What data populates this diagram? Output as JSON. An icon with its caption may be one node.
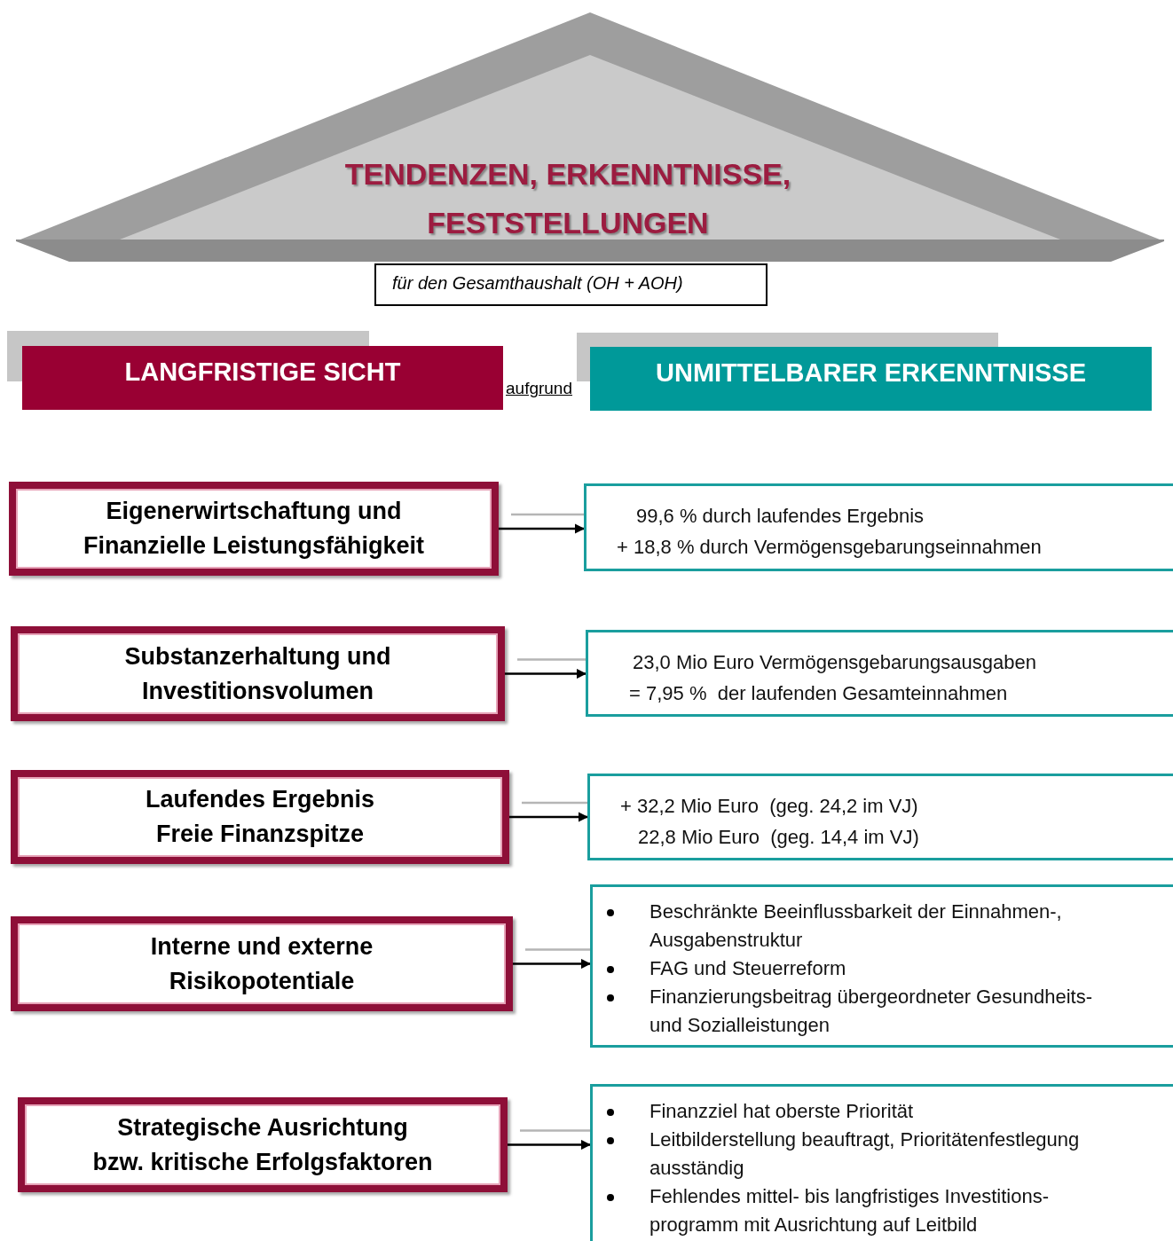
{
  "diagram": {
    "nodes": [
      {
        "text": [
          "TENDENZEN, ERKENNTNISSE, FESTSTELLUNGEN"
        ]
      },
      {
        "text": [
          "für den Gesamthaushalt (OH + AOH)"
        ]
      },
      {
        "text": [
          "LANGFRISTIGE SICHT"
        ]
      },
      {
        "text": [
          "UNMITTELBARER ERKENNTNISSE"
        ]
      },
      {
        "text": [
          "Eigenerwirtschaftung und Finanzielle Leistungsfähigkeit"
        ]
      },
      {
        "text": [
          "Substanzerhaltung und Investitionsvolumen"
        ]
      },
      {
        "text": [
          "Laufendes Ergebnis",
          "Freie Finanzspitze"
        ]
      },
      {
        "text": [
          "Interne und externe Risikopotentiale"
        ]
      },
      {
        "text": [
          "Strategische Ausrichtung bzw. kritische Erfolgsfaktoren"
        ]
      },
      {
        "text": [
          "99,6 % durch laufendes Ergebnis",
          "+ 18,8 % durch Vermögensgebarungseinnahmen"
        ]
      },
      {
        "text": [
          "23,0 Mio Euro Vermögensgebarungsausgaben",
          "= 7,95 %  der laufenden Gesamteinnahmen"
        ]
      },
      {
        "text": [
          "+ 32,2 Mio Euro  (geg. 24,2 im VJ)",
          "22,8 Mio Euro  (geg. 14,4 im VJ)"
        ]
      },
      {
        "text": [
          "Beschränkte Beeinflussbarkeit der Einnahmen-, Ausgabenstruktur",
          "FAG und Steuerreform",
          "Finanzierungsbeitrag übergeordneter Gesundheits- und Sozialleistungen"
        ]
      },
      {
        "text": [
          "Finanzziel hat oberste Priorität",
          "Leitbilderstellung beauftragt, Prioritätenfestlegung ausständig",
          "Fehlendes mittel- bis langfristiges Investitions- programm mit Ausrichtung auf Leitbild"
        ]
      }
    ],
    "edges": [
      {
        "from": 4,
        "to": 9,
        "arrow": "to"
      },
      {
        "from": 5,
        "to": 10,
        "arrow": "to"
      },
      {
        "from": 6,
        "to": 11,
        "arrow": "to"
      },
      {
        "from": 7,
        "to": 12,
        "arrow": "to"
      },
      {
        "from": 8,
        "to": 13,
        "arrow": "to"
      }
    ],
    "labels": [
      "aufgrund"
    ]
  }
}
